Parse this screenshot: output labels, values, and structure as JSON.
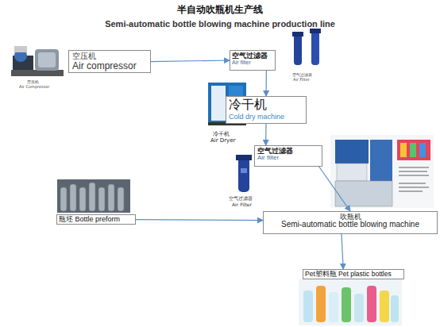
{
  "diagram": {
    "title": "半自动吹瓶机生产线",
    "nodes": [
      {
        "text": [
          "空压机",
          "Air compressor"
        ]
      },
      {
        "text": [
          "空气过滤器",
          "Air filter"
        ]
      },
      {
        "text": [
          "冷干机",
          "Cold dry machine"
        ]
      },
      {
        "text": [
          "空气过滤器",
          "Air filter"
        ]
      },
      {
        "text": [
          "瓶坯 Bottle preform"
        ]
      },
      {
        "text": [
          "吹瓶机",
          "Semi-automatic bottle blowing machine"
        ]
      },
      {
        "text": [
          "Pet塑料瓶 Pet plastic bottles"
        ]
      }
    ],
    "edges": [
      {
        "from": 0,
        "to": 1,
        "arrow": "to"
      },
      {
        "from": 1,
        "to": 2,
        "arrow": "to"
      },
      {
        "from": 2,
        "to": 3,
        "arrow": "to"
      },
      {
        "from": 3,
        "to": 5,
        "arrow": "to"
      },
      {
        "from": 4,
        "to": 5,
        "arrow": "to"
      },
      {
        "from": 5,
        "to": 6,
        "arrow": "to"
      }
    ],
    "labels": [
      "Semi-automatic bottle blowing machine production line",
      "空压机",
      "Air Compressor",
      "空气过滤器",
      "Air Filter",
      "冷干机",
      "Air Dryer",
      "空气过滤器",
      "Air Filter"
    ]
  }
}
